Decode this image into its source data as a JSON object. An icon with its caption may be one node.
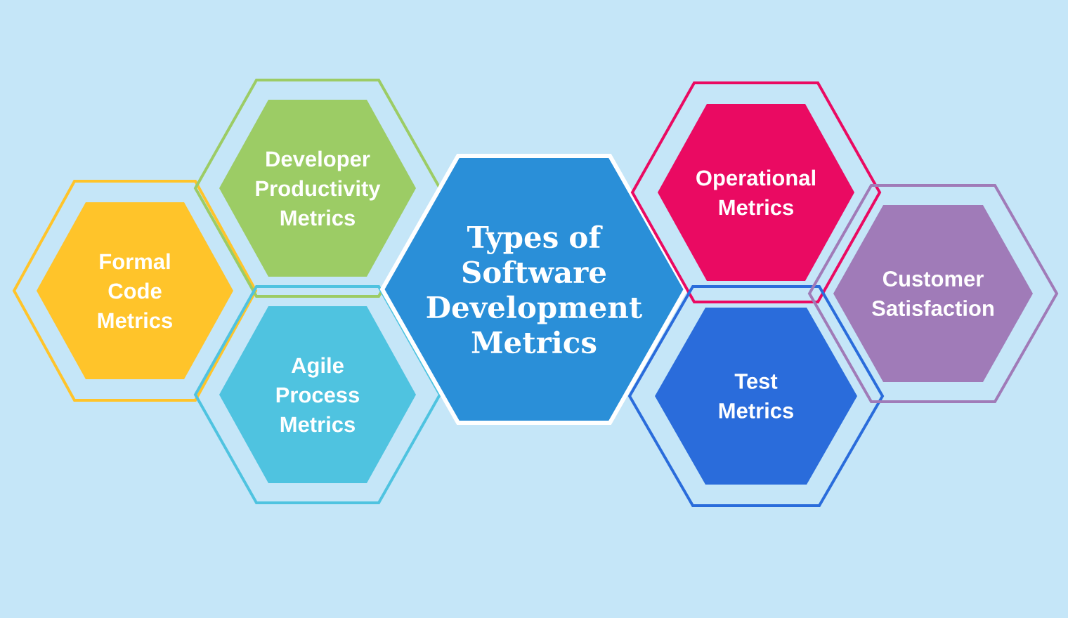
{
  "diagram": {
    "nodes": [
      {
        "text": [
          "Formal Code Metrics"
        ]
      },
      {
        "text": [
          "Developer Productivity Metrics"
        ]
      },
      {
        "text": [
          "Agile Process Metrics"
        ]
      },
      {
        "text": [
          "Types of Software Development Metrics"
        ]
      },
      {
        "text": [
          "Operational Metrics"
        ]
      },
      {
        "text": [
          "Test Metrics"
        ]
      },
      {
        "text": [
          "Customer Satisfaction"
        ]
      }
    ]
  }
}
